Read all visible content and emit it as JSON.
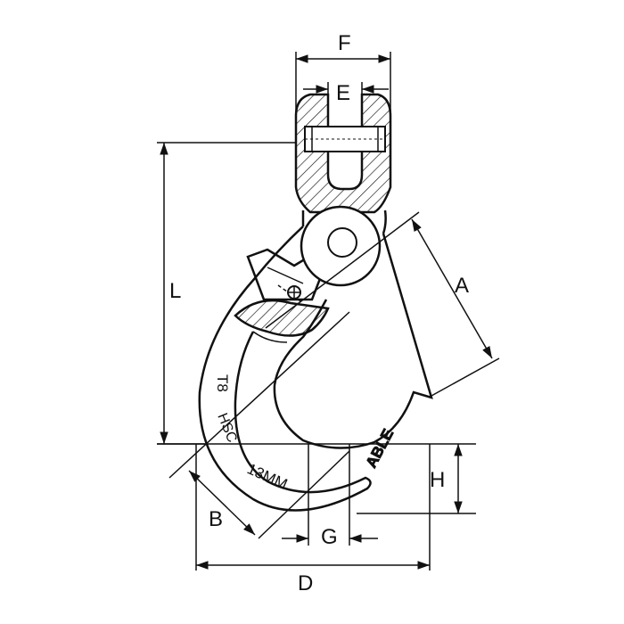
{
  "dimensions": {
    "A": "A",
    "B": "B",
    "D": "D",
    "E": "E",
    "F": "F",
    "G": "G",
    "H": "H",
    "L": "L"
  },
  "markings": {
    "grade": "T8",
    "code": "HSC",
    "size": "13MM",
    "brand": "ABLE"
  }
}
